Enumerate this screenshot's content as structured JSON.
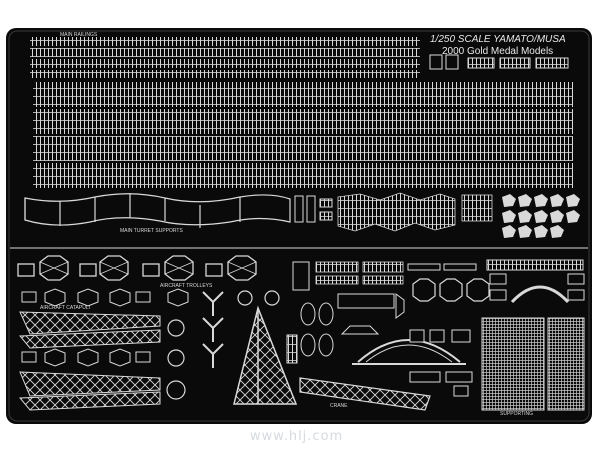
{
  "title": {
    "line1": "1/250 SCALE YAMATO/MUSA",
    "line2": "2000 Gold Medal Models"
  },
  "watermark": "www.hlj.com",
  "colors": {
    "background": "#ffffff",
    "fret": "#0a0a0a",
    "metal": "#d9d9d9",
    "watermark": "#d6dbe0"
  },
  "labels": {
    "main_railings": "MAIN RAILINGS",
    "turret_supports": "MAIN TURRET SUPPORTS",
    "aircraft_trolleys": "AIRCRAFT TROLLEYS",
    "aircraft_catapult": "AIRCRAFT CATAPULT",
    "crane": "CRANE",
    "bottom_right": "SUPPORTING"
  }
}
